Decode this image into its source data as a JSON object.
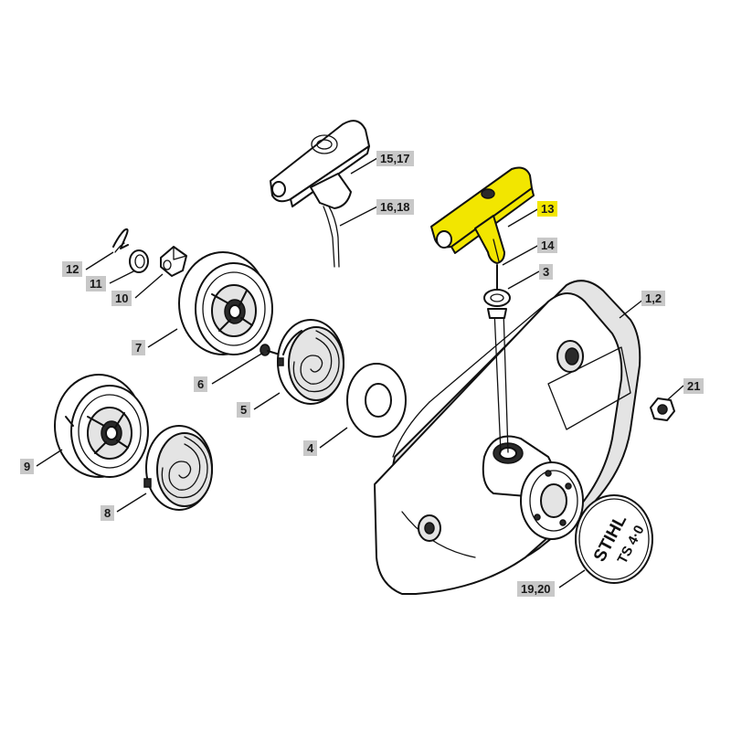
{
  "callouts": {
    "c13": "13",
    "c14": "14",
    "c3": "3",
    "c12": "1,2",
    "c1517": "15,17",
    "c1618": "16,18",
    "c12b": "12",
    "c11": "11",
    "c10": "10",
    "c7": "7",
    "c6": "6",
    "c5": "5",
    "c4": "4",
    "c9": "9",
    "c8": "8",
    "c21": "21",
    "c1920": "19,20"
  },
  "logo": {
    "brand": "STIHL",
    "model": "TS 4·0"
  },
  "colors": {
    "highlight": "#f2e600",
    "label_bg": "#c8c8c8",
    "line": "#111111"
  }
}
